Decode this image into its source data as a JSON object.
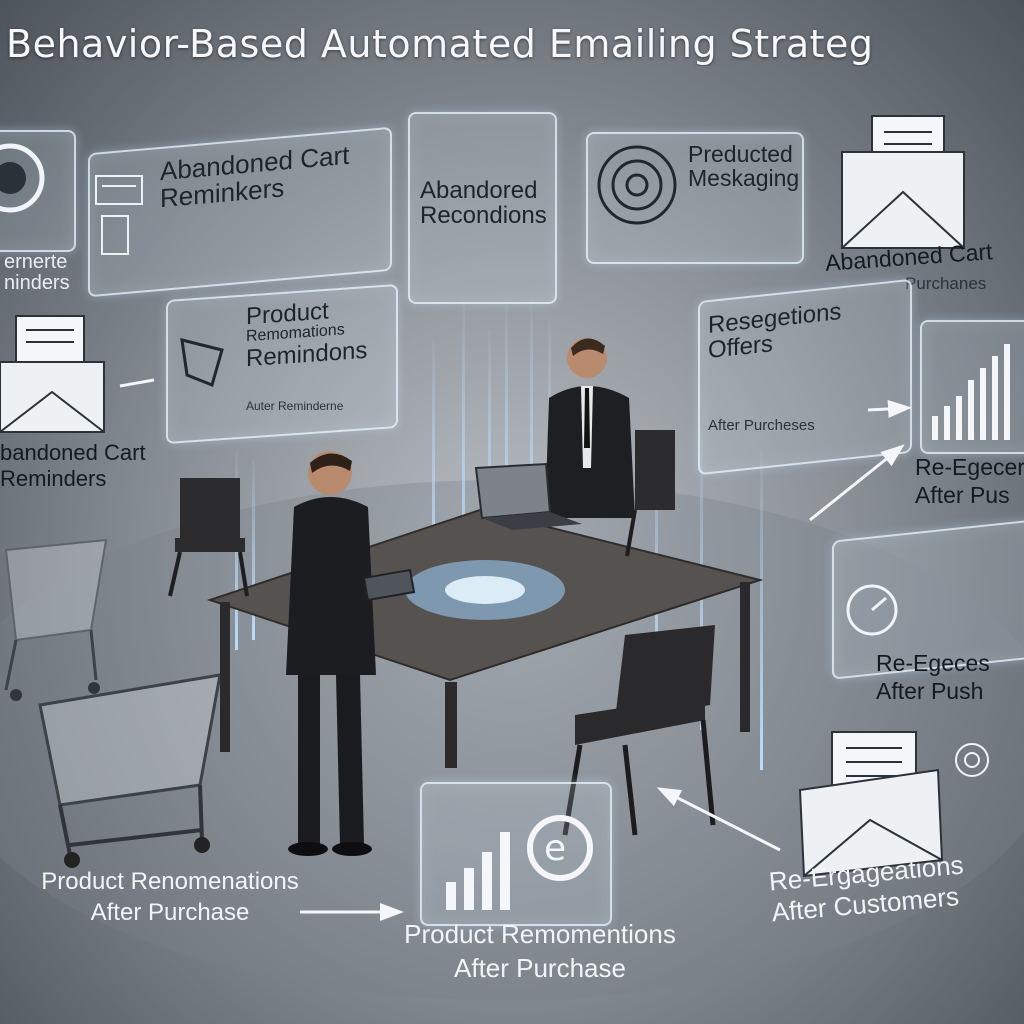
{
  "title": "Behavior-Based Automated Emailing Strateg",
  "panels": {
    "left_top_label_a": "ernerte",
    "left_top_label_b": "ninders",
    "abandoned_top_a": "Abandoned Cart",
    "abandoned_top_b": "Reminkers",
    "center_top_a": "Abandored",
    "center_top_b": "Recondions",
    "predicted_a": "Preducted",
    "predicted_b": "Meskaging",
    "product_rem_a": "Product",
    "product_rem_b": "Remomations",
    "product_rem_c": "Remindons",
    "product_rem_d": "Auter Reminderne",
    "regeneration_a": "Resegetions",
    "regeneration_b": "Offers",
    "regeneration_c": "After Purcheses",
    "right_top_abandoned": "Abandoned Cart",
    "right_top_purchases": "Purchanes",
    "right_reeng_a": "Re-Egecer",
    "right_reeng_b": "After Pus",
    "right_reeng2_a": "Re-Egeces",
    "right_reeng2_b": "After Push",
    "left_abandoned_a": "bandoned Cart",
    "left_abandoned_b": "Reminders",
    "bottom_left_a": "Product Renomenations",
    "bottom_left_b": "After Purchase",
    "bottom_center_a": "Product Remomentions",
    "bottom_center_b": "After Purchase",
    "bottom_right_a": "Re-Ergageations",
    "bottom_right_b": "After Customers"
  }
}
